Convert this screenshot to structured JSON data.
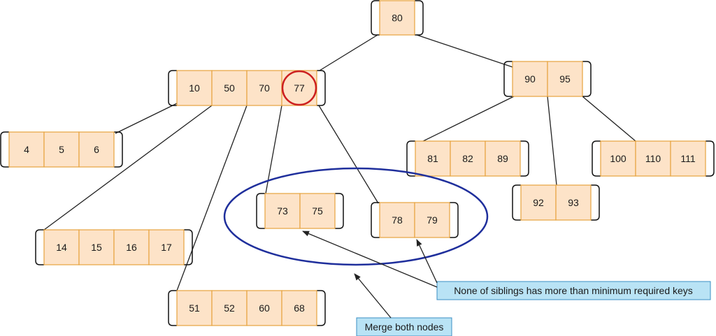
{
  "colors": {
    "key_fill": "#fde3c8",
    "key_stroke": "#e7a33e",
    "bracket": "#111111",
    "edge": "#222222",
    "highlight_circle": "#cc1f1f",
    "merge_ellipse": "#1f2f9c",
    "callout_fill": "#b9e3f5",
    "callout_stroke": "#3b8fc4"
  },
  "nodes": [
    {
      "id": "root",
      "keys": [
        "80"
      ]
    },
    {
      "id": "left",
      "keys": [
        "10",
        "50",
        "70",
        "77"
      ]
    },
    {
      "id": "right",
      "keys": [
        "90",
        "95"
      ]
    },
    {
      "id": "leaf_4_6",
      "keys": [
        "4",
        "5",
        "6"
      ]
    },
    {
      "id": "leaf_14_17",
      "keys": [
        "14",
        "15",
        "16",
        "17"
      ]
    },
    {
      "id": "leaf_51_68",
      "keys": [
        "51",
        "52",
        "60",
        "68"
      ]
    },
    {
      "id": "leaf_73_75",
      "keys": [
        "73",
        "75"
      ]
    },
    {
      "id": "leaf_78_79",
      "keys": [
        "78",
        "79"
      ]
    },
    {
      "id": "leaf_81_89",
      "keys": [
        "81",
        "82",
        "89"
      ]
    },
    {
      "id": "leaf_92_93",
      "keys": [
        "92",
        "93"
      ]
    },
    {
      "id": "leaf_100_111",
      "keys": [
        "100",
        "110",
        "111"
      ]
    }
  ],
  "highlighted_key": "77",
  "callouts": {
    "siblings_note": "None of siblings has more than minimum required keys",
    "merge_note": "Merge both nodes"
  }
}
